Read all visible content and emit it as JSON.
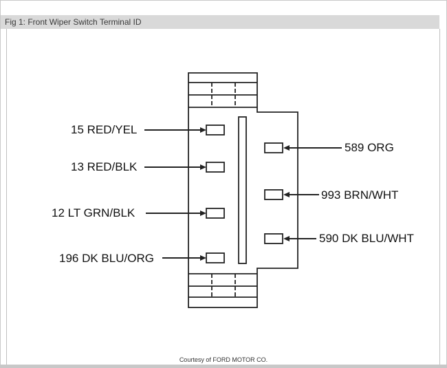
{
  "figure": {
    "title": "Fig 1: Front Wiper Switch Terminal ID",
    "credit": "Courtesy of FORD MOTOR CO."
  },
  "terminals_left": [
    {
      "label": "15 RED/YEL"
    },
    {
      "label": "13 RED/BLK"
    },
    {
      "label": "12 LT GRN/BLK"
    },
    {
      "label": "196 DK BLU/ORG"
    }
  ],
  "terminals_right": [
    {
      "label": "589 ORG"
    },
    {
      "label": "993 BRN/WHT"
    },
    {
      "label": "590 DK BLU/WHT"
    }
  ]
}
